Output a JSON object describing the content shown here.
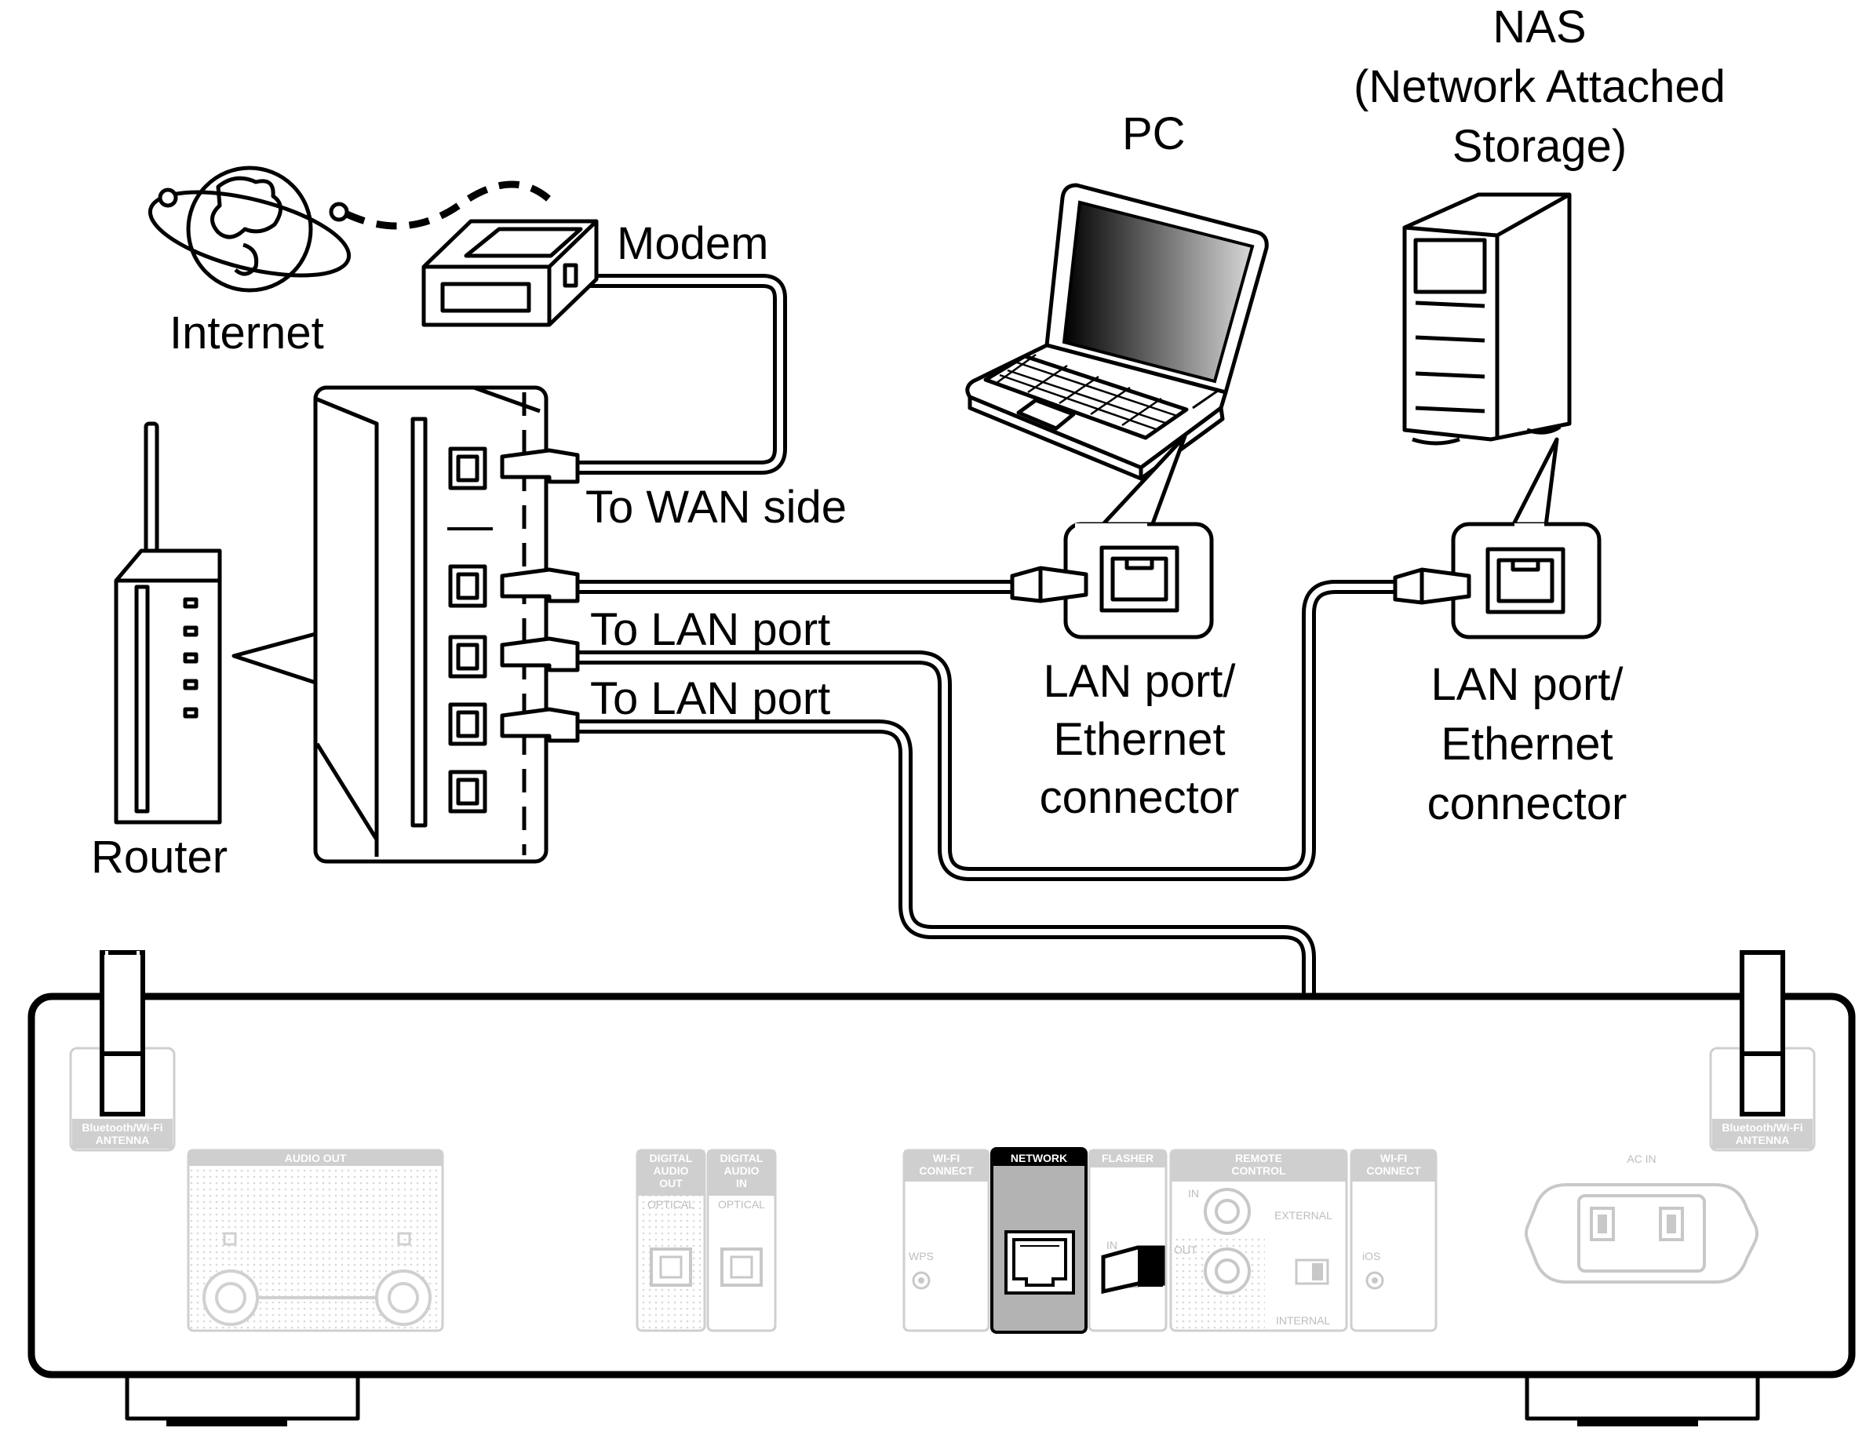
{
  "labels": {
    "nas": "NAS",
    "nas_sub1": "(Network Attached",
    "nas_sub2": "Storage)",
    "pc": "PC",
    "modem": "Modem",
    "internet": "Internet",
    "to_wan_side": "To WAN side",
    "to_lan_port_1": "To LAN port",
    "to_lan_port_2": "To LAN port",
    "pc_connector_1": "LAN port/",
    "pc_connector_2": "Ethernet",
    "pc_connector_3": "connector",
    "nas_connector_1": "LAN port/",
    "nas_connector_2": "Ethernet",
    "nas_connector_3": "connector",
    "router": "Router"
  },
  "rear_panel": {
    "antenna_left_1": "Bluetooth/Wi-Fi",
    "antenna_left_2": "ANTENNA",
    "antenna_right_1": "Bluetooth/Wi-Fi",
    "antenna_right_2": "ANTENNA",
    "audio_out": "AUDIO OUT",
    "digital_audio_out_1": "DIGITAL",
    "digital_audio_out_2": "AUDIO",
    "digital_audio_out_3": "OUT",
    "digital_audio_out_optical": "OPTICAL",
    "digital_audio_in_1": "DIGITAL",
    "digital_audio_in_2": "AUDIO",
    "digital_audio_in_3": "IN",
    "digital_audio_in_optical": "OPTICAL",
    "wifi_connect_1": "WI-FI",
    "wifi_connect_2": "CONNECT",
    "wps": "WPS",
    "network": "NETWORK",
    "flasher": "FLASHER",
    "flasher_in": "IN",
    "remote_control_1": "REMOTE",
    "remote_control_2": "CONTROL",
    "remote_in": "IN",
    "remote_out": "OUT",
    "external": "EXTERNAL",
    "internal": "INTERNAL",
    "wifi_connect2_1": "WI-FI",
    "wifi_connect2_2": "CONNECT",
    "ios": "iOS",
    "ac_in": "AC IN"
  }
}
